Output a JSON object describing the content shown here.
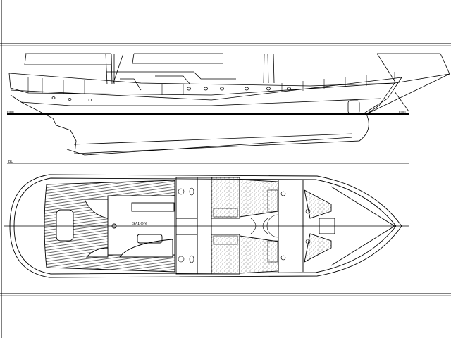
{
  "drawing": {
    "profile_labels": {
      "dwl_left": "DWL",
      "dwl_right": "DWL",
      "baseline": "BL"
    },
    "plan_labels": {
      "salon": "SALON"
    },
    "colors": {
      "line": "#000000",
      "background": "#ffffff",
      "hatch": "#555555"
    }
  }
}
